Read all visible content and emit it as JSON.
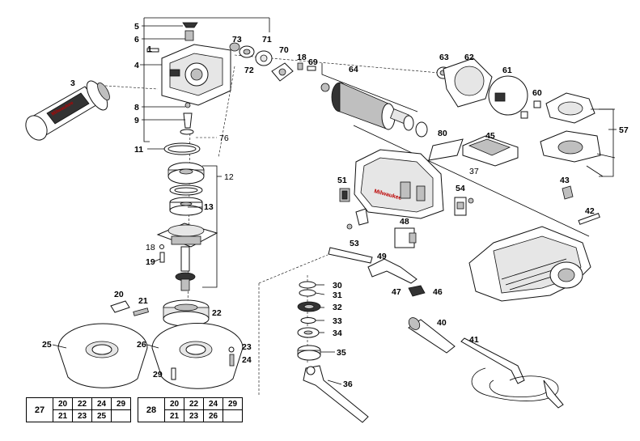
{
  "callouts": {
    "c1": "1",
    "c3": "3",
    "c4": "4",
    "c5": "5",
    "c6": "6",
    "c8": "8",
    "c9": "9",
    "c11": "11",
    "c12": "12",
    "c13": "13",
    "c18a": "18",
    "c18b": "18",
    "c19": "19",
    "c20": "20",
    "c21": "21",
    "c22": "22",
    "c23": "23",
    "c24": "24",
    "c25": "25",
    "c26": "26",
    "c29": "29",
    "c30": "30",
    "c31": "31",
    "c32": "32",
    "c33": "33",
    "c34": "34",
    "c35": "35",
    "c36": "36",
    "c37": "37",
    "c40": "40",
    "c41": "41",
    "c42": "42",
    "c43": "43",
    "c45": "45",
    "c46": "46",
    "c47": "47",
    "c48": "48",
    "c49": "49",
    "c51": "51",
    "c53": "53",
    "c54": "54",
    "c57": "57",
    "c60": "60",
    "c61": "61",
    "c62": "62",
    "c63": "63",
    "c64": "64",
    "c69": "69",
    "c70": "70",
    "c71": "71",
    "c72": "72",
    "c73": "73",
    "c76": "76",
    "c80": "80"
  },
  "table27": {
    "key": "27",
    "row1": [
      "20",
      "22",
      "24",
      "29"
    ],
    "row2": [
      "21",
      "23",
      "25",
      ""
    ]
  },
  "table28": {
    "key": "28",
    "row1": [
      "20",
      "22",
      "24",
      "29"
    ],
    "row2": [
      "21",
      "23",
      "26",
      ""
    ]
  },
  "brand": {
    "handle_text": "Milwaukee",
    "housing_text": "Milwaukee"
  }
}
